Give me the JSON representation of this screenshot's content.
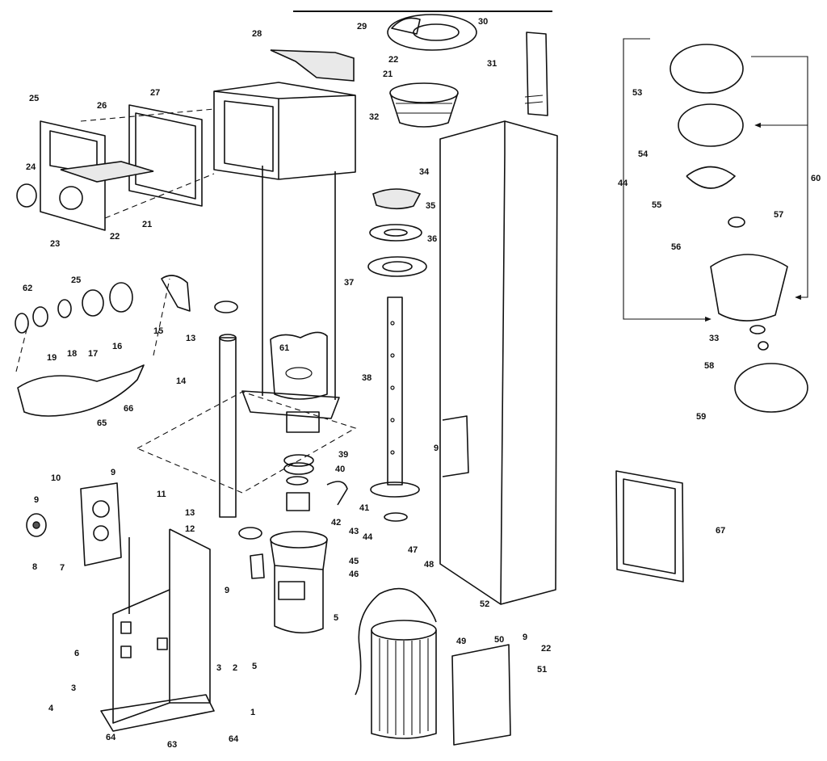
{
  "diagram": {
    "callouts": [
      "1",
      "2",
      "3",
      "3",
      "4",
      "5",
      "5",
      "6",
      "7",
      "8",
      "9",
      "9",
      "9",
      "9",
      "9",
      "10",
      "11",
      "12",
      "13",
      "13",
      "14",
      "15",
      "16",
      "17",
      "18",
      "19",
      "21",
      "21",
      "22",
      "22",
      "22",
      "23",
      "24",
      "25",
      "25",
      "26",
      "27",
      "28",
      "29",
      "30",
      "31",
      "32",
      "33",
      "34",
      "35",
      "36",
      "37",
      "38",
      "39",
      "40",
      "41",
      "42",
      "43",
      "44",
      "44",
      "45",
      "46",
      "47",
      "48",
      "49",
      "50",
      "51",
      "52",
      "53",
      "54",
      "55",
      "56",
      "57",
      "58",
      "59",
      "60",
      "61",
      "62",
      "63",
      "64",
      "64",
      "65",
      "66",
      "67"
    ]
  }
}
